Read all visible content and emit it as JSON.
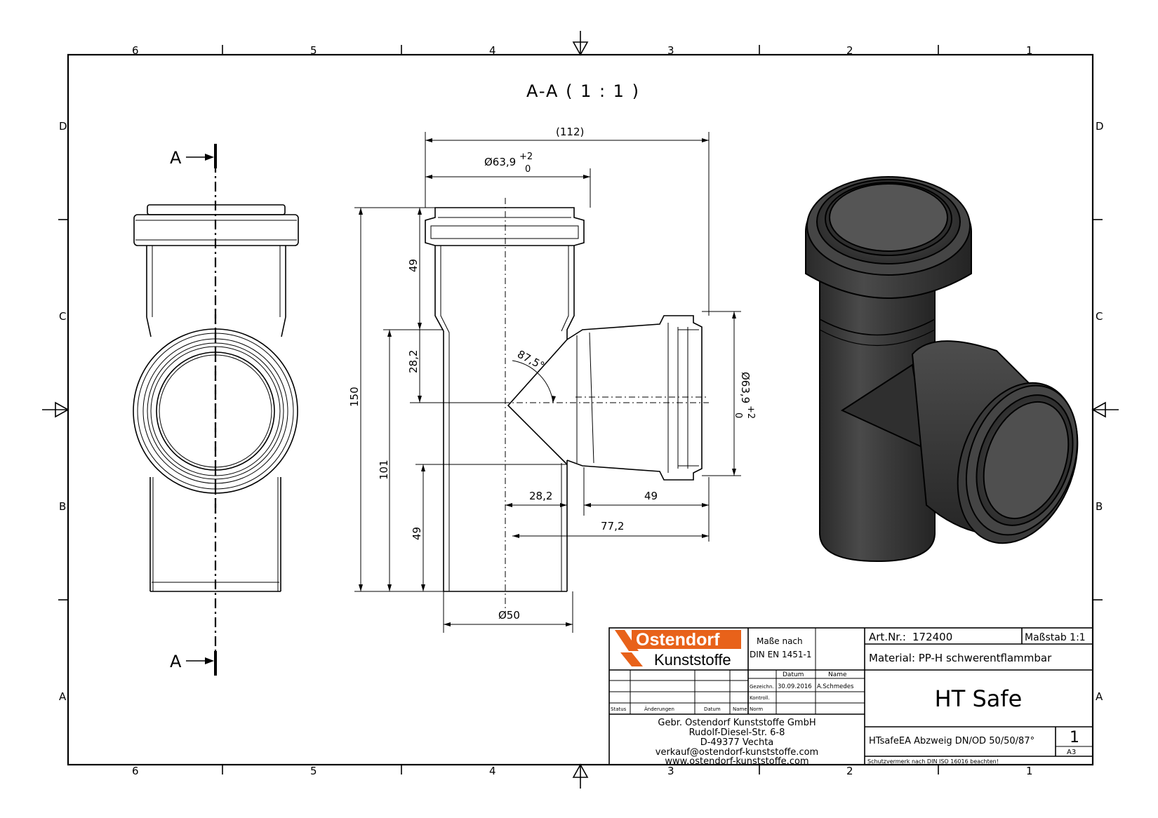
{
  "frame": {
    "columns_top": [
      "6",
      "5",
      "4",
      "3",
      "2",
      "1"
    ],
    "columns_bottom": [
      "6",
      "5",
      "4",
      "3",
      "2",
      "1"
    ],
    "rows_left": [
      "D",
      "C",
      "B",
      "A"
    ],
    "rows_right": [
      "D",
      "C",
      "B",
      "A"
    ]
  },
  "view": {
    "title": "A-A ( 1 : 1 )",
    "section_label_top": "A",
    "section_label_bottom": "A"
  },
  "dimensions": {
    "overall_width": "(112)",
    "socket_diameter_top": "Ø63,9",
    "tol_upper": "+2",
    "tol_lower": "0",
    "socket_diameter_side": "Ø63,9",
    "tol_side_upper": "+2",
    "tol_side_lower": "0",
    "socket_depth_top": "49",
    "branch_offset": "28,2",
    "overall_height": "150",
    "lower_height": "101",
    "spigot_length": "49",
    "branch_to_axis": "28,2",
    "branch_socket": "49",
    "branch_total": "77,2",
    "spigot_diameter": "Ø50",
    "angle": "87,5°"
  },
  "title_block": {
    "company_logo_text": "Ostendorf",
    "company_logo_sub": "Kunststoffe",
    "standard_label_1": "Maße nach",
    "standard_label_2": "DIN EN 1451-1",
    "col_datum": "Datum",
    "col_name": "Name",
    "row_gezeichnet": "Gezeichn.",
    "gezeichnet_date": "30.09.2016",
    "gezeichnet_name": "A.Schmedes",
    "row_kontroll": "Kontroll.",
    "row_norm": "Norm",
    "hdr_status": "Status",
    "hdr_aenderungen": "Änderungen",
    "hdr_datum": "Datum",
    "hdr_name": "Name",
    "address_1": "Gebr. Ostendorf Kunststoffe GmbH",
    "address_2": "Rudolf-Diesel-Str. 6-8",
    "address_3": "D-49377 Vechta",
    "address_4": "verkauf@ostendorf-kunststoffe.com",
    "address_5": "www.ostendorf-kunststoffe.com",
    "art_nr_label": "Art.Nr.:",
    "art_nr_value": "172400",
    "scale_label": "Maßstab 1:1",
    "material": "Material: PP-H schwerentflammbar",
    "product": "HT Safe",
    "description": "HTsafeEA Abzweig DN/OD 50/50/87°",
    "sheet": "1",
    "format": "A3",
    "copyright_note": "Schutzvermerk nach DIN ISO 16016 beachten!"
  },
  "colors": {
    "brand_orange": "#e8621a",
    "model_dark": "#3c3c3c"
  }
}
